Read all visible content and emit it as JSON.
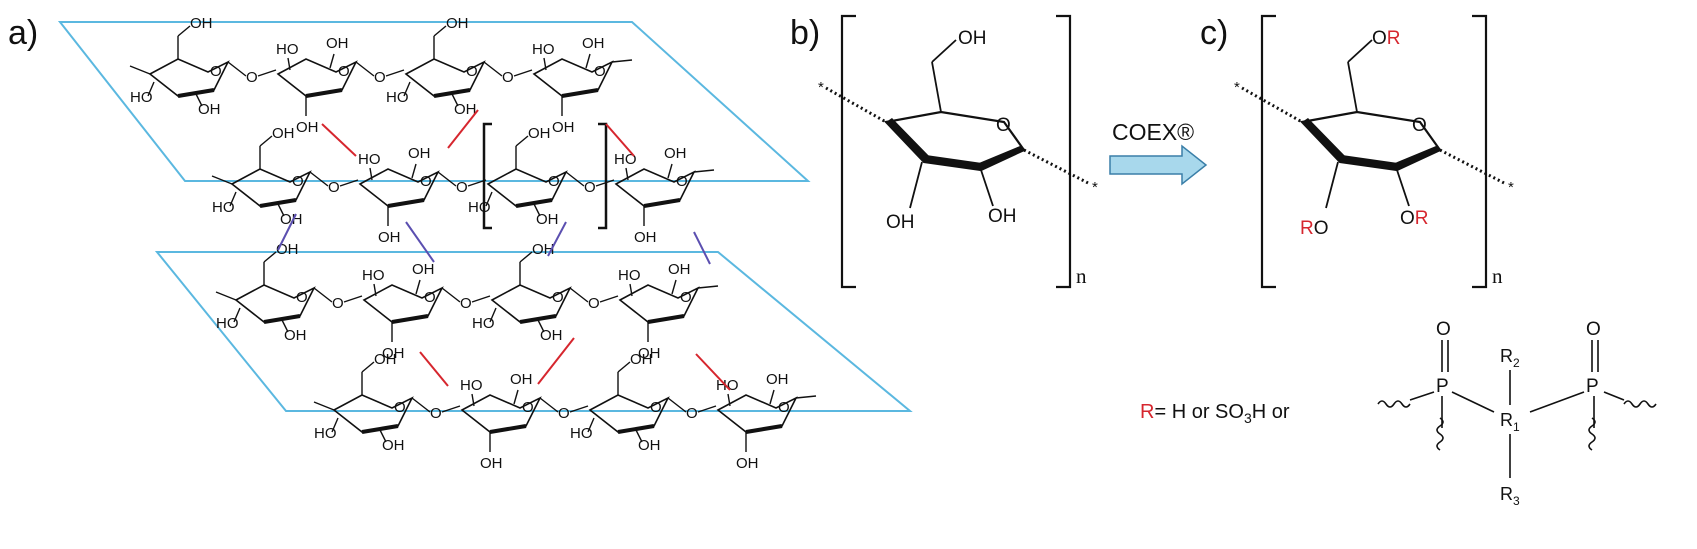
{
  "panels": {
    "a": "a)",
    "b": "b)",
    "c": "c)"
  },
  "groups": {
    "oh": "OH",
    "ho": "HO",
    "o": "O",
    "ring_o": "O"
  },
  "repeat_index": "n",
  "arrow_label": "COEX®",
  "substituents": {
    "or": "OR",
    "ro": "RO",
    "o_prefix": "O",
    "r": "R",
    "p": "P"
  },
  "r_definition": {
    "r": "R",
    "text_prefix": "= H or SO",
    "sub3": "3",
    "text_suffix": "H or"
  },
  "bisphosphonate": {
    "r1": "R",
    "r1_sub": "1",
    "r2": "R",
    "r2_sub": "2",
    "r3": "R",
    "r3_sub": "3"
  },
  "colors": {
    "sheet": "#5bb8e0",
    "hbond_intra": "#d6262e",
    "hbond_inter": "#5b4fb0",
    "arrow_fill": "#a8d8ec",
    "arrow_stroke": "#3a7fa8",
    "substituent": "#d6262e"
  }
}
